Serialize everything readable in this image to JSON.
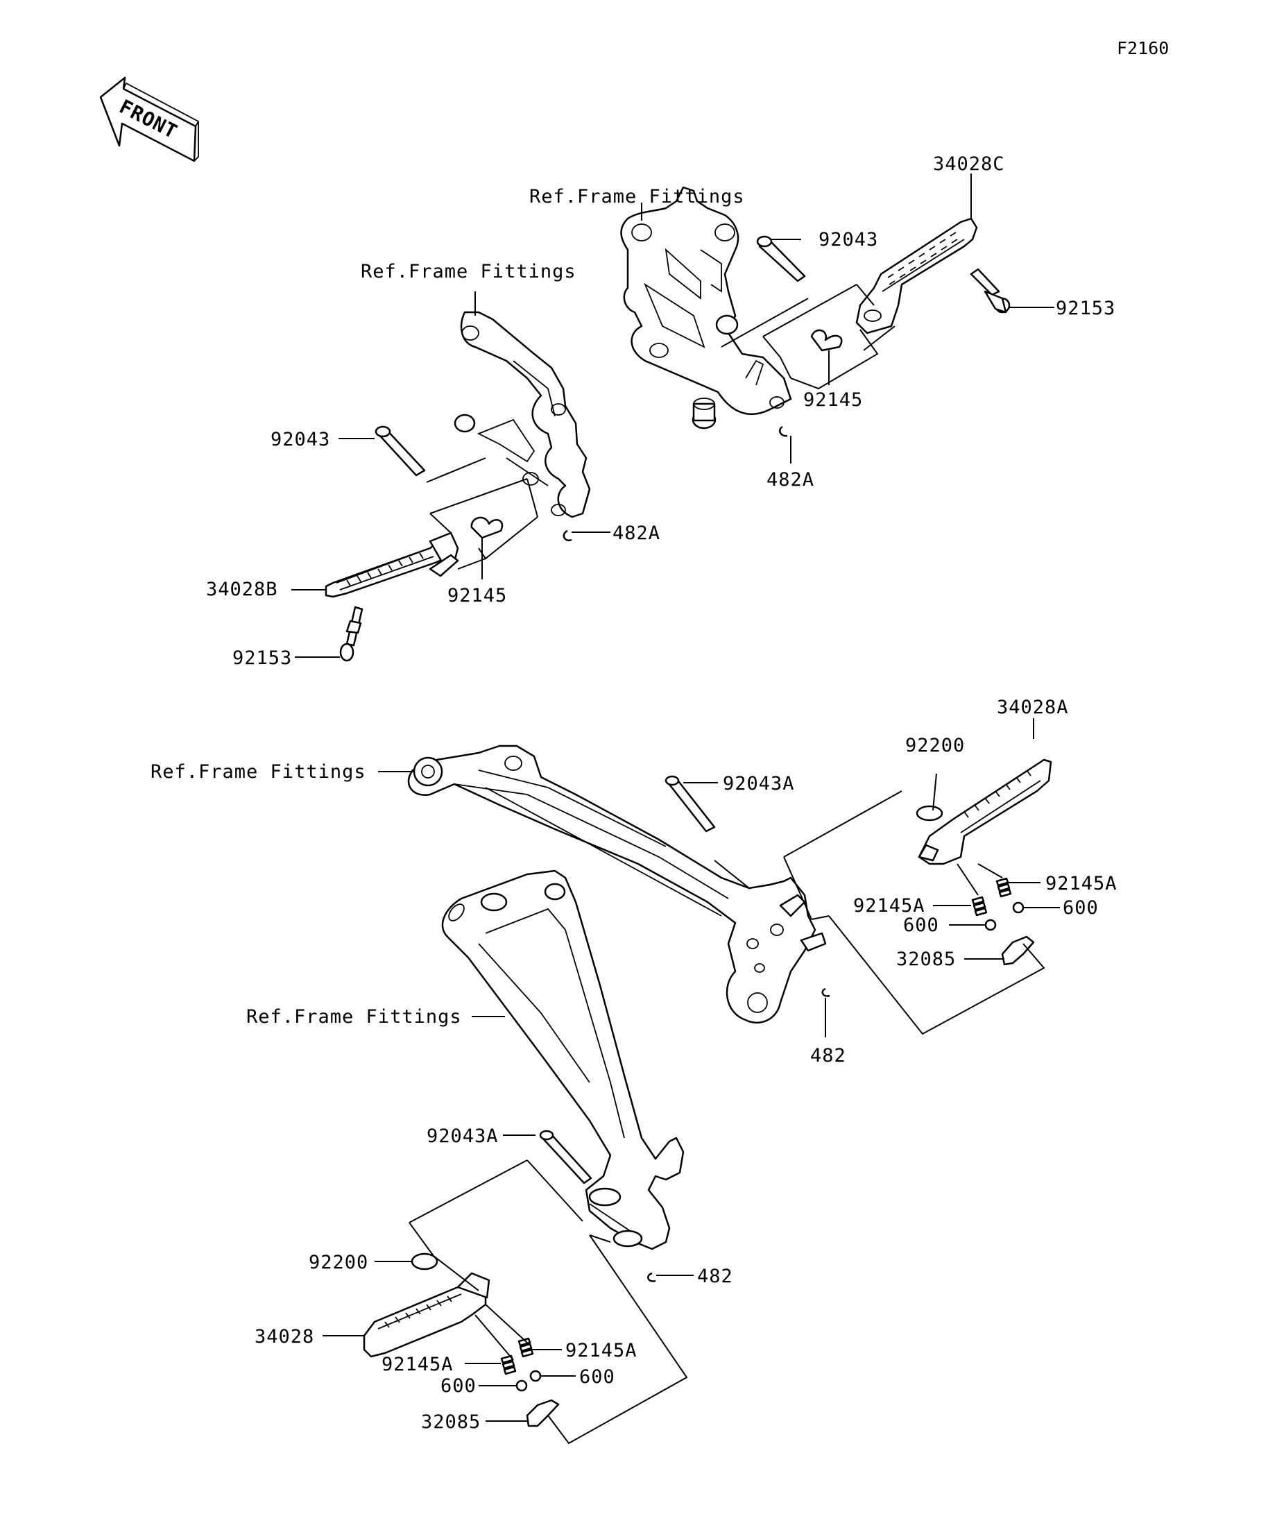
{
  "figure_code": "F2160",
  "front_arrow": {
    "label": "FRONT"
  },
  "labels": {
    "ref_frame_1": "Ref.Frame Fittings",
    "ref_frame_2": "Ref.Frame Fittings",
    "ref_frame_3": "Ref.Frame Fittings",
    "ref_frame_4": "Ref.Frame Fittings",
    "p34028C": "34028C",
    "p92043_r": "92043",
    "p92153_r": "92153",
    "p92145_r": "92145",
    "p482A_r": "482A",
    "p92043_l": "92043",
    "p482A_l": "482A",
    "p92145_l": "92145",
    "p34028B": "34028B",
    "p92153_l": "92153",
    "p34028A": "34028A",
    "p92200_r": "92200",
    "p92043A_r": "92043A",
    "p92145A_r1": "92145A",
    "p92145A_r2": "92145A",
    "p600_r1": "600",
    "p600_r2": "600",
    "p32085_r": "32085",
    "p482_r": "482",
    "p92043A_l": "92043A",
    "p482_l": "482",
    "p92200_l": "92200",
    "p34028": "34028",
    "p92145A_l1": "92145A",
    "p92145A_l2": "92145A",
    "p600_l1": "600",
    "p600_l2": "600",
    "p32085_l": "32085"
  }
}
